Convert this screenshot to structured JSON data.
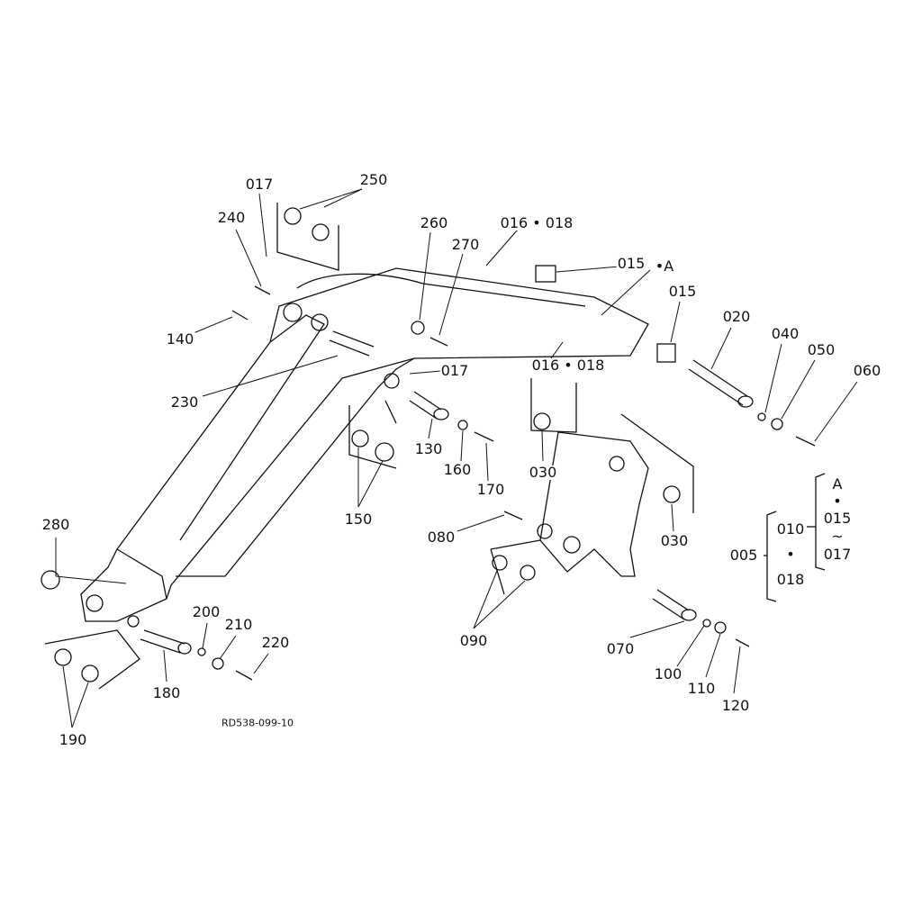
{
  "diagram_code": "RD538-099-10",
  "callouts": {
    "p017a": "017",
    "p250": "250",
    "p240": "240",
    "p260": "260",
    "p016_018a": "016 • 018",
    "p270": "270",
    "p015a": "015",
    "pA": "•A",
    "p015b": "015",
    "p020": "020",
    "p040": "040",
    "p050": "050",
    "p060": "060",
    "p140": "140",
    "p230": "230",
    "p017b": "017",
    "p016_018b": "016 • 018",
    "p130": "130",
    "p160": "160",
    "p170": "170",
    "p150": "150",
    "p030a": "030",
    "p030b": "030",
    "p080": "080",
    "p280": "280",
    "p090": "090",
    "p070": "070",
    "p100": "100",
    "p110": "110",
    "p120": "120",
    "p200": "200",
    "p210": "210",
    "p220": "220",
    "p180": "180",
    "p190": "190"
  },
  "legend": {
    "assembly": "005",
    "sub": "010",
    "dot": "•",
    "other": "018",
    "group_a": "A",
    "group_dot": "•",
    "range_start": "015",
    "tilde": "~",
    "range_end": "017"
  }
}
